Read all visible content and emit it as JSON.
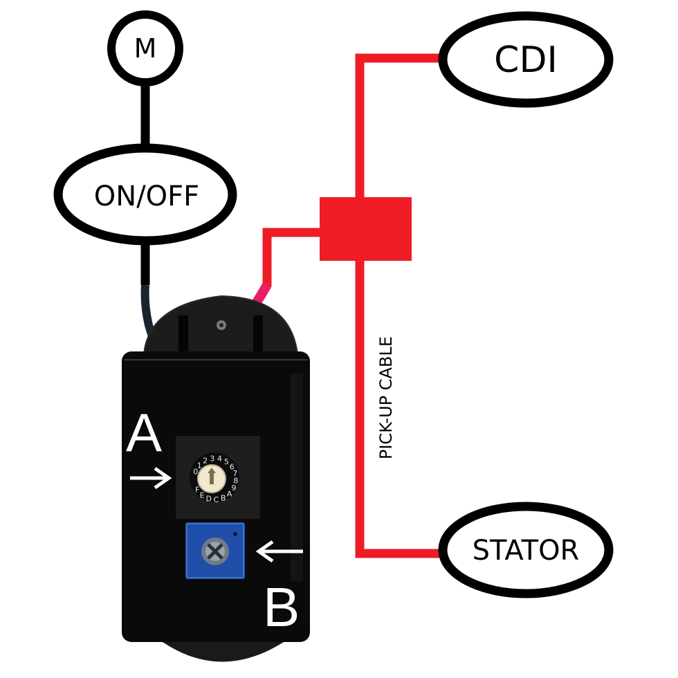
{
  "nodes": {
    "motor": "M",
    "switch": "ON/OFF",
    "cdi": "CDI",
    "stator": "STATOR"
  },
  "cable_label": "PICK-UP CABLE",
  "markers": {
    "a": "A",
    "b": "B"
  },
  "rotary_switch_digits": [
    "0",
    "1",
    "2",
    "3",
    "4",
    "5",
    "6",
    "7",
    "8",
    "9",
    "A",
    "B",
    "C",
    "D",
    "E",
    "F"
  ],
  "colors": {
    "wire_black": "#000000",
    "wire_red": "#ee1c25",
    "wire_pink": "#e8206a",
    "device_body": "#0a0a0a",
    "trimmer_blue": "#1f4fa8",
    "knob_cream": "#f1e8cf"
  }
}
